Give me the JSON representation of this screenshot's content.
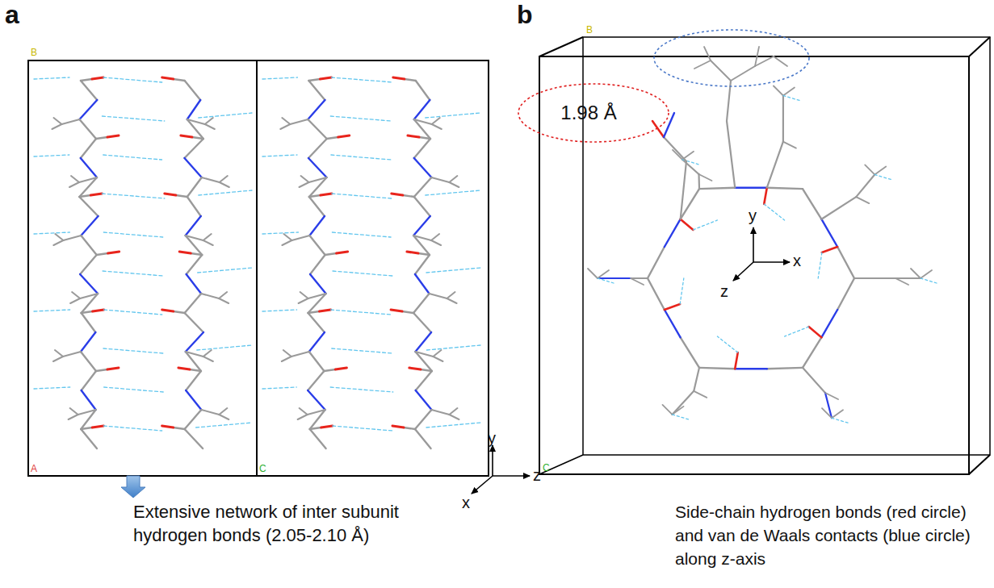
{
  "diagram": {
    "nodes": [
      {
        "text": [
          "1.98 Å"
        ]
      }
    ],
    "labels": [
      "a",
      "b",
      "Extensive network of inter subunit hydrogen bonds (2.05-2.10 Å)",
      "Side-chain hydrogen bonds (red circle) and van de Waals contacts (blue circle) along z-axis",
      "y",
      "z",
      "x",
      "y",
      "x",
      "z",
      "B",
      "A",
      "C",
      "B",
      "C"
    ]
  }
}
